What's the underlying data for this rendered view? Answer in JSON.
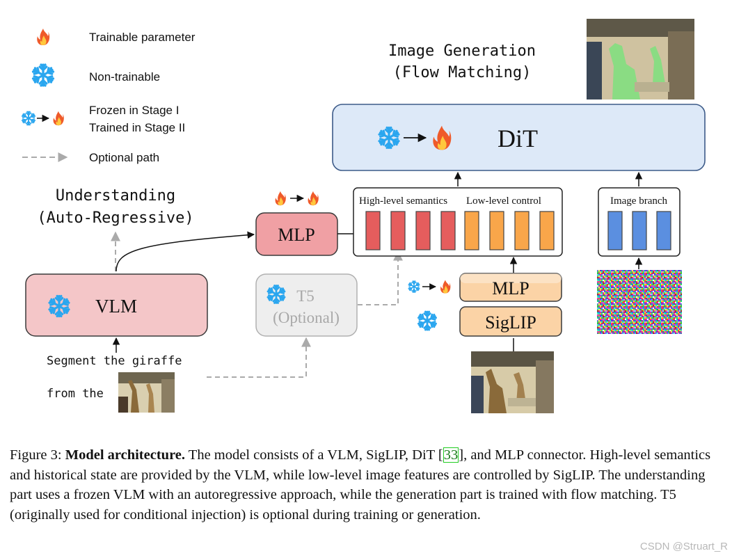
{
  "legend": {
    "trainable": "Trainable parameter",
    "non_trainable": "Non-trainable",
    "frozen_line1": "Frozen in Stage I",
    "frozen_line2": "Trained in Stage II",
    "optional": "Optional path"
  },
  "understanding": {
    "title_line1": "Understanding",
    "title_line2": "(Auto-Regressive)"
  },
  "generation": {
    "title_line1": "Image Generation",
    "title_line2": "(Flow Matching)"
  },
  "blocks": {
    "dit": "DiT",
    "vlm": "VLM",
    "mlp_top": "MLP",
    "t5_line1": "T5",
    "t5_line2": "(Optional)",
    "mlp_bottom": "MLP",
    "siglip": "SigLIP"
  },
  "tokens": {
    "high_level": "High-level semantics",
    "low_level": "Low-level control",
    "image_branch": "Image branch"
  },
  "prompt": {
    "line1": "Segment the giraffe",
    "line2": "from the"
  },
  "caption": {
    "label": "Figure 3:",
    "bold": "Model architecture.",
    "part1": "The model consists of a VLM, SigLIP, DiT [",
    "cite": "33",
    "part2": "], and MLP connector. High-level semantics and historical state are provided by the VLM, while low-level image features are controlled by SigLIP. The understanding part uses a frozen VLM with an autoregressive approach, while the generation part is trained with flow matching. T5 (originally used for conditional injection) is optional during training or generation."
  },
  "watermark": "CSDN @Struart_R",
  "colors": {
    "dit_fill": "#dde9f8",
    "dit_stroke": "#3c5a88",
    "vlm_fill": "#f4c6c8",
    "mlp_top_fill": "#f0a0a4",
    "orange_fill": "#fbd3a6",
    "red_token": "#e55d5d",
    "orange_token": "#f9a64a",
    "blue_token": "#5b8fe0",
    "snowflake": "#2aa6ef",
    "flame_outer": "#ef5a2a",
    "flame_inner": "#ffc83d"
  }
}
